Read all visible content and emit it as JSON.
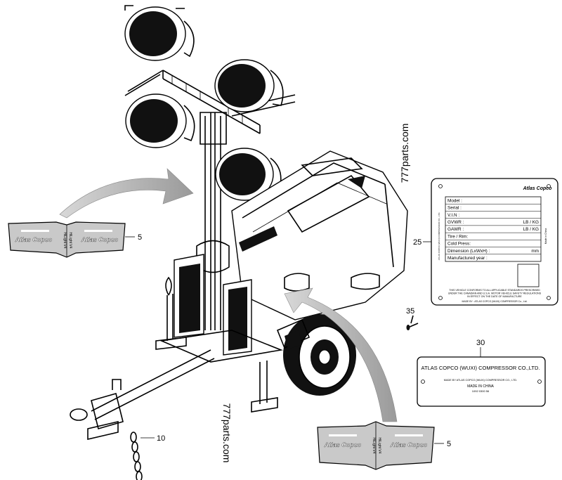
{
  "watermarks": {
    "top_right": "777parts.com",
    "bottom_center": "777parts.com"
  },
  "callouts": {
    "decal_left": "5",
    "decal_bottom": "5",
    "data_plate": "25",
    "rivet": "35",
    "name_plate": "30",
    "chain": "10"
  },
  "decal": {
    "brand": "Atlas Copco",
    "model": "HiLight V4"
  },
  "data_plate": {
    "brand": "Atlas Copco",
    "side_left": "ATLAS COPCO (WUXI) COMPRESSOR CO., LTD.",
    "side_right": "Made in China",
    "rows": [
      {
        "label": "Model :",
        "unit": ""
      },
      {
        "label": "Serial :",
        "unit": ""
      },
      {
        "label": "V.I.N :",
        "unit": ""
      },
      {
        "label": "GVWR :",
        "unit": "LB / KG"
      },
      {
        "label": "GAWR :",
        "unit": "LB / KG"
      },
      {
        "label": "Tire / Rim:",
        "unit": ""
      },
      {
        "label": "Cold Press:",
        "unit": ""
      },
      {
        "label": "Dimension (LxWxH) :",
        "unit": "mm"
      },
      {
        "label": "Manufactured year :",
        "unit": ""
      }
    ],
    "footer_1": "THIS VEHICLE CONFORMS TO ALL APPLICABLE STANDARDS PRESCRIBED",
    "footer_2": "UNDER THE CANADIAN AND U.S.A. MOTOR VEHICLE SAFETY REGULATIONS",
    "footer_3": "IN EFFECT ON THE DATE OF MANUFACTURE",
    "footer_4": "MADE BY : ATLAS COPCO (WUXI) COMPRESSOR Co., Ltd."
  },
  "name_plate": {
    "title": "ATLAS COPCO (WUXI) COMPRESSOR CO.,LTD.",
    "line_1": "MADE BY ATLAS COPCO (WUXI) COMPRESSOR CO., LTD.",
    "line_2": "MADE IN CHINA",
    "line_3": "1092 0300 56"
  },
  "colors": {
    "decal_fill": "#c9c9c9",
    "arrow_fill": "#a8a8a8",
    "line": "#000000"
  }
}
